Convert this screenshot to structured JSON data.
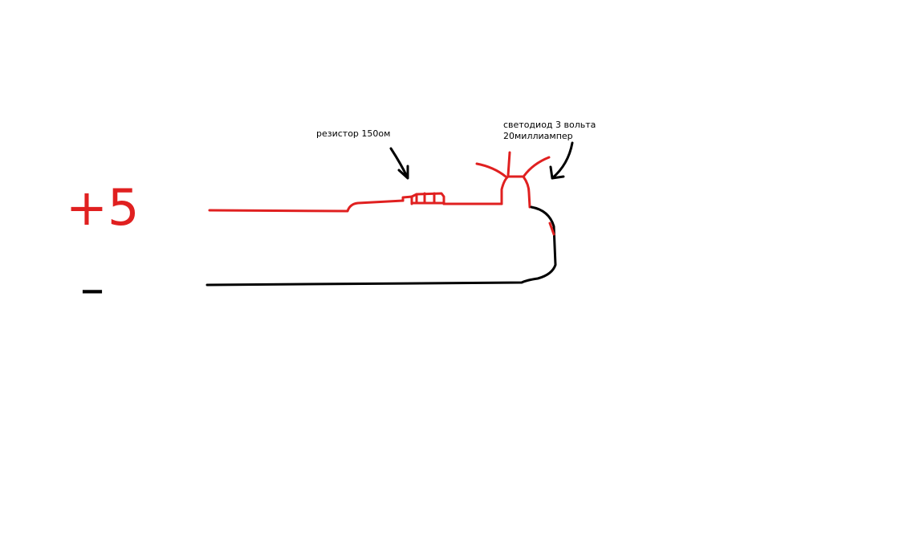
{
  "supply": {
    "positive_label": "+5",
    "negative_label": "–"
  },
  "resistor": {
    "label": "резистор 150ом"
  },
  "led": {
    "label_line1": "светодиод 3 вольта",
    "label_line2": "20миллиампер"
  },
  "colors": {
    "positive_wire": "#e02020",
    "negative_wire": "#000000"
  }
}
